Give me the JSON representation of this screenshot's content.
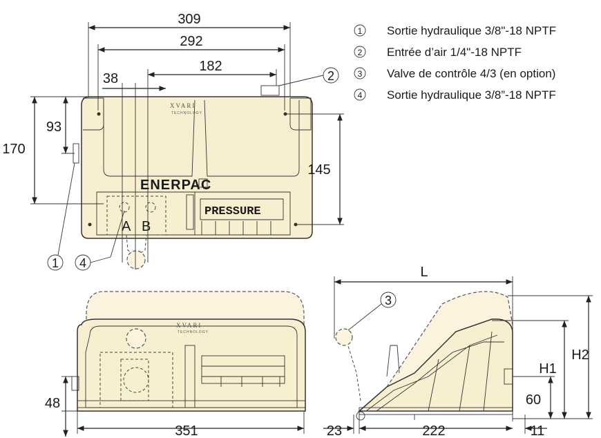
{
  "legend": [
    {
      "num": "1",
      "text": "Sortie hydraulique 3/8\"-18 NPTF"
    },
    {
      "num": "2",
      "text": "Entrée d’air 1/4\"-18 NPTF"
    },
    {
      "num": "3",
      "text": "Valve de contrôle 4/3 (en option)"
    },
    {
      "num": "4",
      "text": "Sortie hydraulique 3/8”-18 NPTF"
    }
  ],
  "front_view": {
    "dim_309": "309",
    "dim_292": "292",
    "dim_182": "182",
    "dim_38": "38",
    "dim_93": "93",
    "dim_170": "170",
    "dim_145": "145",
    "brand": "ENERPAC",
    "logo_text": "XVARI",
    "logo_sub": "TECHNOLOGY",
    "pressure": "PRESSURE",
    "port_a": "A",
    "port_b": "B",
    "callout_1": "1",
    "callout_2": "2",
    "callout_4": "4"
  },
  "bottom_view": {
    "dim_351": "351",
    "dim_48": "48",
    "logo_text": "XVARI",
    "logo_sub": "TECHNOLOGY"
  },
  "side_view": {
    "dim_L": "L",
    "dim_H1": "H1",
    "dim_H2": "H2",
    "dim_60": "60",
    "dim_23": "23",
    "dim_222": "222",
    "dim_11": "11",
    "callout_3": "3"
  }
}
